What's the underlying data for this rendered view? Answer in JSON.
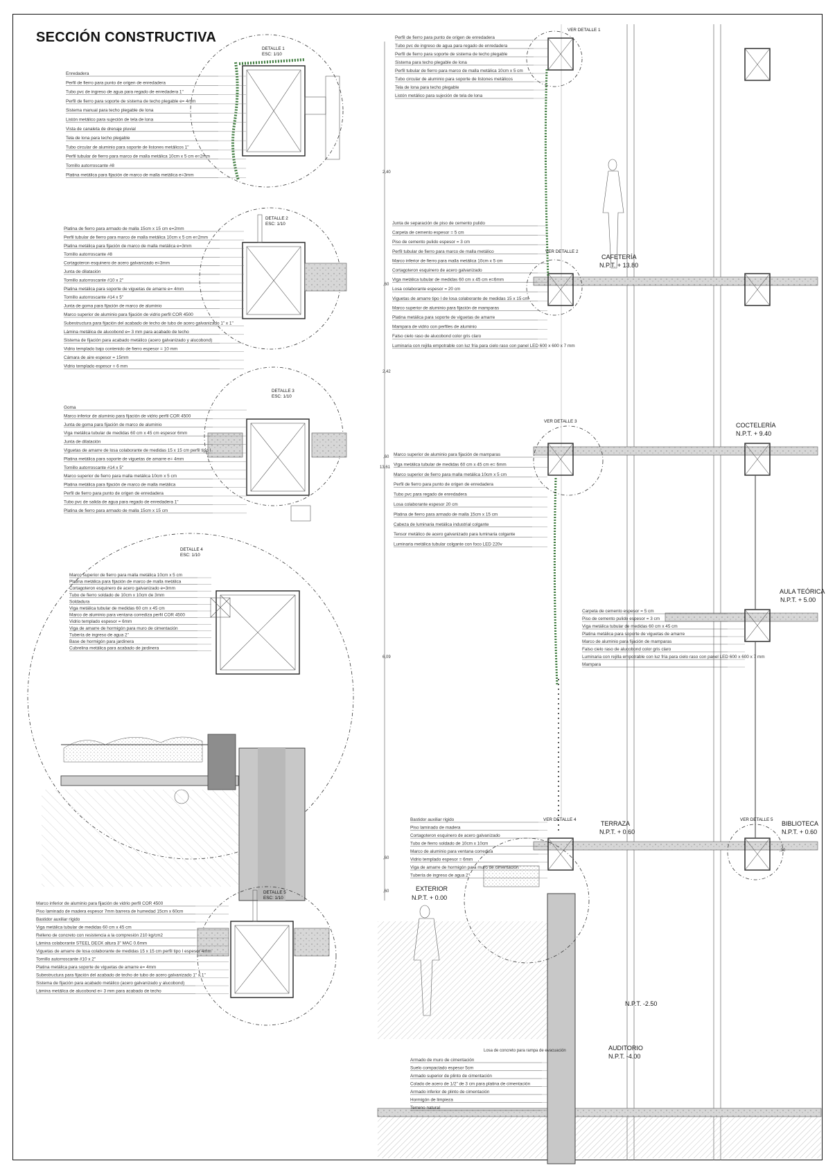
{
  "title": "SECCIÓN CONSTRUCTIVA",
  "details": {
    "d1": {
      "name": "DETALLE 1",
      "scale": "ESC: 1/10"
    },
    "d2": {
      "name": "DETALLE 2",
      "scale": "ESC: 1/10"
    },
    "d3": {
      "name": "DETALLE 3",
      "scale": "ESC: 1/10"
    },
    "d4": {
      "name": "DETALLE 4",
      "scale": "ESC: 1/10"
    },
    "d5": {
      "name": "DETALLE 5",
      "scale": "ESC: 1/10"
    }
  },
  "labels_d1": [
    "Enredadera",
    "Perfil de fierro para punto de origen de enredadera",
    "Tubo pvc de ingreso de agua para regado de enredadera 1\"",
    "Perfil de fierro para soporte de sistema de techo plegable e= 4mm",
    "Sistema manual para techo plegable de lona",
    "Listón metálico para sujeción de tela de lona",
    "Vista de canaleta de drenaje pluvial",
    "Tela de lona para techo plegable",
    "Tubo circular de aluminio para soporte de listones metálicos 1\"",
    "Perfil tubular de fierro para marco de malla metálica 10cm x 5 cm e=2mm",
    "Tornillo autorroscante #8",
    "Platina metálica para fijación de marco de malla metálica e=3mm"
  ],
  "labels_d2": [
    "Platina de fierro para armado de malla 15cm x 15 cm e=2mm",
    "Perfil tubular de fierro para marco de malla metálica 10cm x 5 cm e=2mm",
    "Platina metálica para fijación de marco de malla metálica e=3mm",
    "Tornillo autorroscante #8",
    "Cortagoteron esquinero de acero galvanizado e=3mm",
    "Junta de dilatación",
    "Tornillo autorroscante #10 x 2\"",
    "Platina metálica para soporte de viguetas de amarre e= 4mm",
    "Tornillo autorroscante #14 x 5\"",
    "Junta de goma para fijación de marco de aluminio",
    "Marco superior de aluminio para fijación de vidrio perfil COR 4500",
    "Subestructura para fijación del acabado de techo de tubo de acero galvanizado 1\" x 1\"",
    "Lámina metálica de alucobond e= 3 mm para acabado de techo",
    "Sistema de fijación para acabado metálico (acero galvanizado y alucobond)",
    "Vidrio templado bajo contenido de fierro espesor = 10 mm",
    "Cámara de aire espesor = 15mm",
    "Vidrio templado espesor = 6 mm"
  ],
  "labels_d3": [
    "Goma",
    "Marco inferior de aluminio para fijación de vidrio perfil COR 4500",
    "Junta de goma para fijación de marco de aluminio",
    "Viga metálica tubular de medidas 60 cm x 45 cm espesor 6mm",
    "Junta de dilatación",
    "Viguetas de amarre de losa colaborante de medidas 15 x 15 cm perfil tipo I",
    "Platina metálica para soporte de viguetas de amarre e= 4mm",
    "Tornillo autorroscante #14 x 5\"",
    "Marco superior de fierro para malla metálica 10cm x 5 cm",
    "Platina metálica para fijación de marco de malla metálica",
    "Perfil de fierro para punto de origen de enredadera",
    "Tubo pvc de salida de agua para regado de enredadera 1\"",
    "Platina de fierro para armado de malla 15cm x 15 cm"
  ],
  "labels_d4": [
    "Marco superior de fierro para malla metálica 10cm x 5 cm",
    "Platina metálica para fijación de marco de malla metálica",
    "Cortagoteron esquinero de acero galvanizado e=3mm",
    "Tubo de fierro soldado de 10cm x 10cm de 3mm",
    "Soldadura",
    "Viga metálica tubular de medidas 60 cm x 45 cm",
    "Marco de aluminio para ventana corrediza perfil COR 4500",
    "Vidrio templado espesor = 6mm",
    "Viga de amarre de hormigón para muro de cimentación",
    "Tubería de ingreso de agua 2\"",
    "Base de hormigón para jardinera",
    "Cubrelina metálica para acabado de jardinera"
  ],
  "labels_d5": [
    "Marco inferior de aluminio para fijación de vidrio perfil COR 4500",
    "Piso laminado de madera espesor 7mm barrera de humedad 15cm x 60cm",
    "Bastidor auxiliar rígido",
    "Viga metálica tubular de medidas 60 cm x 45 cm",
    "Relleno de concreto con resistencia a la compresión 210 kg/cm2",
    "Lámina colaborante STEEL DECK altura 3\" MAC 0.6mm",
    "Viguetas de amarre de losa colaborante de medidas 15 x 15 cm perfil tipo I espesor 4mm",
    "Tornillo autorroscante #10 x 2\"",
    "Platina metálica para soporte de viguetas de amarre e= 4mm",
    "Subestructura para fijación del acabado de techo de tubo de acero galvanizado 1\" x 1\"",
    "Sistema de fijación para acabado metálico (acero galvanizado y alucobond)",
    "Lámina metálica de alucobond e= 3 mm para acabado de techo"
  ],
  "labels_top_right": [
    "Perfil de fierro para punto de origen de enredadera",
    "Tubo pvc de ingreso de agua para regado de enredadera",
    "Perfil de fierro para soporte de sistema de techo plegable",
    "Sistema para techo plegable de lona",
    "Perfil tubular de fierro para marco de malla metálica 10cm x 5 cm",
    "Tubo circular de aluminio para soporte de listones metálicos",
    "Tela de lona para techo plegable",
    "Listón metálico para sujeción de tela de lona"
  ],
  "labels_mid_right": [
    "Junta de separación de piso de cemento pulido",
    "Carpeta de cemento espesor = 5 cm",
    "Piso de cemento pulido espesor = 3 cm",
    "Perfil tubular de fierro para marco de malla metálico",
    "Marco inferior de fierro para malla metálica 10cm x 5 cm",
    "Cortagoteron esquinero de acero galvanizado",
    "Viga metálica tubular de medidas 60 cm x 45 cm e=6mm",
    "Losa colaborante espesor = 20 cm",
    "Viguetas de amarre tipo I de losa colaborante de medidas 15 x 15 cm",
    "Marco superior de aluminio para fijación de mamparas",
    "Platina metálica para soporte de viguetas de amarre",
    "Mampara de vidrio con perfiles de aluminio",
    "Falso cielo raso de alucobond color gris claro",
    "Luminaria con rejilla empotrable con luz fría para cielo raso con panel LED 600 x 600 x 7 mm"
  ],
  "labels_d3_right": [
    "Marco superior de aluminio para fijación de mamparas",
    "Viga metálica tubular de medidas 60 cm x 45 cm e= 6mm",
    "Marco superior de fierro para malla metálica 10cm x 5 cm",
    "Perfil de fierro para punto de origen de enredadera",
    "Tubo pvc para regado de enredadera",
    "Losa colaborante espesor 20 cm",
    "Platina de fierro para armado de malla 15cm x 15 cm",
    "Cabeza de luminaria metálica industrial colgante",
    "Tensor metálico de acero galvanizado para luminaria colgante",
    "Luminaria metálica tubular colgante con foco LED 220v"
  ],
  "labels_aula": [
    "Carpeta de cemento espesor = 5 cm",
    "Piso de cemento pulido espesor = 3 cm",
    "Viga metálica tubular de medidas 60 cm x 45 cm",
    "Platina metálica para soporte de viguetas de amarre",
    "Marco de aluminio para fijación de mamparas",
    "Falso cielo raso de alucobond color gris claro",
    "Luminaria con rejilla empotrable con luz fría para cielo raso con panel LED 600 x 600 x 7 mm",
    "Mampara"
  ],
  "labels_terraza": [
    "Bastidor auxiliar rígido",
    "Piso laminado de madera",
    "Cortagoteron esquinero de acero galvanizado",
    "Tubo de fierro soldado de 10cm x 10cm",
    "Marco de aluminio para ventana corrediza",
    "Vidrio templado espesor = 6mm",
    "Viga de amarre de hormigón para muro de cimentación",
    "Tubería de ingreso de agua 2\""
  ],
  "labels_foundation": [
    "Armado de muro de cimentación",
    "Suelo compactado espesor 5cm",
    "Armado superior de plinto de cimentación",
    "Colado de acero de 1/2\" de 3 cm para platina de cimentación",
    "Armado inferior de plinto de cimentación",
    "Hormigón de limpieza",
    "Terreno natural"
  ],
  "loza_label": "Losa de concreto para rampa de evacuación",
  "refs": {
    "r1": "VER DETALLE 1",
    "r2": "VER DETALLE 2",
    "r3": "VER DETALLE 3",
    "r4": "VER DETALLE 4",
    "r5": "VER DETALLE 5"
  },
  "rooms": {
    "cafeteria": {
      "name": "CAFETERÍA",
      "level": "N.P.T. + 13.80"
    },
    "cocteleria": {
      "name": "COCTELERÍA",
      "level": "N.P.T. + 9.40"
    },
    "aula": {
      "name": "AULA TEÓRICA",
      "level": "N.P.T. + 5.00"
    },
    "terraza": {
      "name": "TERRAZA",
      "level": "N.P.T. + 0.60"
    },
    "biblioteca": {
      "name": "BIBLIOTECA",
      "level": "N.P.T. + 0.60"
    },
    "exterior": {
      "name": "EXTERIOR",
      "level": "N.P.T. + 0.00"
    },
    "sotano": {
      "level": "N.P.T. -2.50"
    },
    "auditorio": {
      "name": "AUDITORIO",
      "level": "N.P.T. -4.00"
    }
  },
  "dims": [
    "2,40",
    ",60",
    "2,42",
    ",60",
    "13,61",
    "6,09",
    ",60",
    ",60",
    ",30"
  ]
}
